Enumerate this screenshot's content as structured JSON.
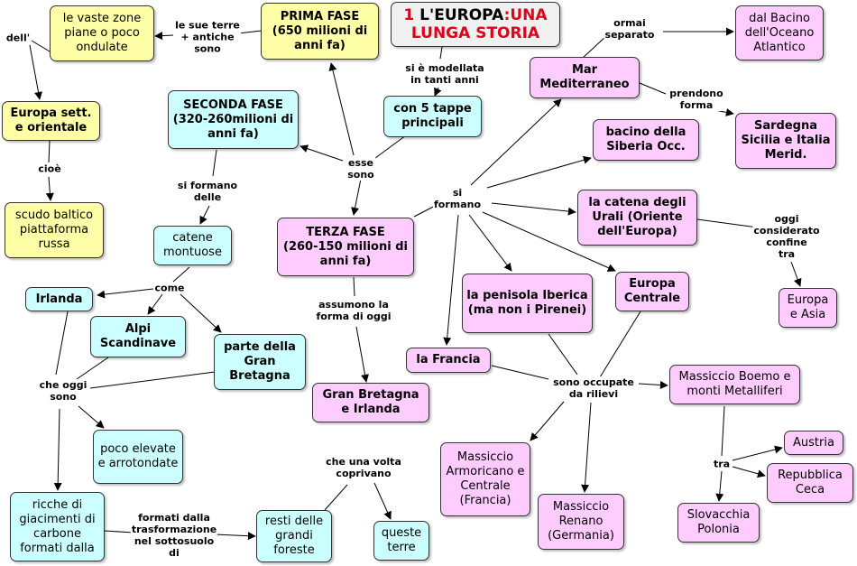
{
  "title": {
    "num": "1",
    "part1": " L'EUROPA",
    "colon": ":",
    "part2": "UNA LUNGA STORIA"
  },
  "nodes": {
    "vaste_zone": "le vaste zone piane o poco ondulate",
    "prima_fase": "PRIMA FASE\n(650 milioni di anni fa)",
    "tappe": "con 5 tappe principali",
    "mar_med": "Mar Mediterraneo",
    "bacino_atl": "dal Bacino dell'Oceano Atlantico",
    "europa_sett": "Europa sett. e orientale",
    "seconda_fase": "SECONDA FASE\n(320-260milioni di anni fa)",
    "sardegna": "Sardegna Sicilia e Italia Merid.",
    "siberia": "bacino della Siberia Occ.",
    "scudo": "scudo baltico piattaforma russa",
    "catene": "catene montuose",
    "terza_fase": "TERZA FASE\n(260-150 milioni di anni fa)",
    "urali": "la catena degli Urali (Oriente dell'Europa)",
    "irlanda": "Irlanda",
    "alpi": "Alpi Scandinave",
    "gran_bret_parte": "parte della Gran Bretagna",
    "iberica": "la  penisola Iberica (ma non i Pirenei)",
    "eur_centrale": "Europa Centrale",
    "eur_asia": "Europa e Asia",
    "francia": "la Francia",
    "gb_irlanda": "Gran Bretagna e Irlanda",
    "boemo": "Massiccio Boemo e monti Metalliferi",
    "poco_elevate": "poco elevate e arrotondate",
    "armoricano": "Massiccio Armoricano e Centrale (Francia)",
    "austria": "Austria",
    "repubblica": "Repubblica Ceca",
    "ricche": "ricche di giacimenti di carbone formati dalla",
    "resti": "resti delle grandi foreste",
    "queste_terre": "queste terre",
    "renano": "Massiccio Renano (Germania)",
    "slovacchia": "Slovacchia Polonia"
  },
  "labels": {
    "le_sue_terre": "le sue terre\n+ antiche\nsono",
    "dell": "dell'",
    "cioe": "cioè",
    "si_modellata": "si è modellata\nin tanti anni",
    "ormai": "ormai\nseparato",
    "prendono": "prendono\nforma",
    "esse_sono": "esse\nsono",
    "si_formano_delle": "si formano\ndelle",
    "si_formano": "si\nformano",
    "oggi_considerato": "oggi\nconsiderato\nconfine\ntra",
    "come": "come",
    "assumono": "assumono la\nforma di oggi",
    "che_oggi": "che oggi\nsono",
    "sono_occupate": "sono occupate\nda rilievi",
    "tra": "tra",
    "formati_dalla": "formati dalla\ntrasformazione\nnel sottosuolo\ndi",
    "che_una_volta": "che una volta\ncoprivano"
  }
}
